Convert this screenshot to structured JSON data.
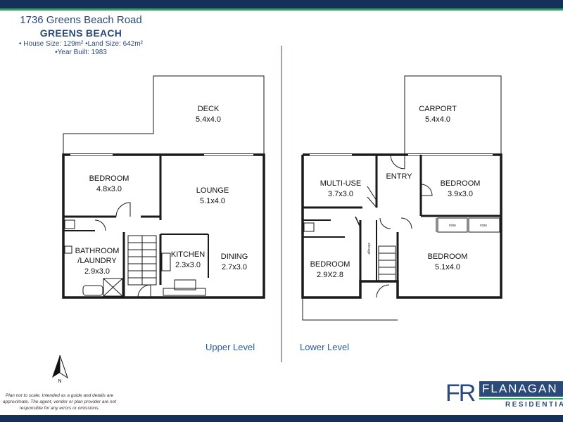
{
  "header": {
    "address": "1736 Greens Beach Road",
    "suburb": "GREENS BEACH",
    "details_line1": "• House Size: 129m² •Land Size: 642m²",
    "details_line2": "•Year Built: 1983"
  },
  "upper_level": {
    "label": "Upper Level",
    "rooms": {
      "deck": {
        "name": "DECK",
        "size": "5.4x4.0"
      },
      "bedroom": {
        "name": "BEDROOM",
        "size": "4.8x3.0"
      },
      "lounge": {
        "name": "LOUNGE",
        "size": "5.1x4.0"
      },
      "bathroom": {
        "name1": "BATHROOM",
        "name2": "/LAUNDRY",
        "size": "2.9x3.0"
      },
      "kitchen": {
        "name": "KITCHEN",
        "size": "2.3x3.0"
      },
      "dining": {
        "name": "DINING",
        "size": "2.7x3.0"
      }
    }
  },
  "lower_level": {
    "label": "Lower Level",
    "rooms": {
      "carport": {
        "name": "CARPORT",
        "size": "5.4x4.0"
      },
      "multi_use": {
        "name": "MULTI-USE",
        "size": "3.7x3.0"
      },
      "entry": {
        "name": "ENTRY"
      },
      "bedroom_a": {
        "name": "BEDROOM",
        "size": "3.9x3.0"
      },
      "bedroom_b": {
        "name": "BEDROOM",
        "size": "2.9X2.8"
      },
      "bedroom_c": {
        "name": "BEDROOM",
        "size": "5.1x4.0"
      },
      "storage": "storage",
      "robe1": "robe",
      "robe2": "robe"
    }
  },
  "compass": {
    "label": "N"
  },
  "disclaimer": "Plan not to scale. Intended as a guide and details are approximate. The agent, vendor or plan provider are not responsible for any errors or omissions.",
  "logo": {
    "mark": "FR",
    "name": "FLANAGAN",
    "tagline": "RESIDENTIAL"
  },
  "colors": {
    "navy": "#17305a",
    "green": "#2aa55a",
    "text_blue": "#2b4a7a"
  }
}
